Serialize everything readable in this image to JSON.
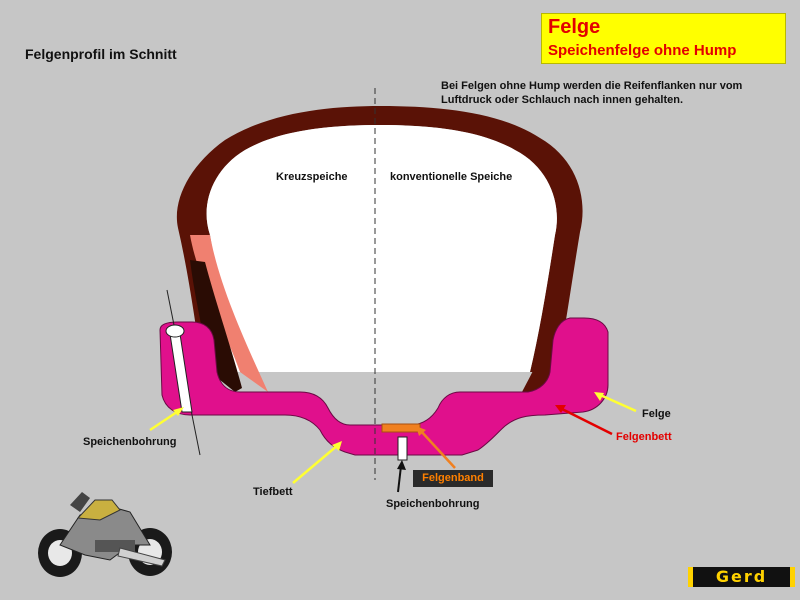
{
  "header": {
    "title": "Felgenprofil im Schnitt"
  },
  "title_box": {
    "main": "Felge",
    "sub": "Speichenfelge ohne Hump"
  },
  "note": "Bei Felgen ohne Hump werden die Reifenflanken nur vom Luftdruck oder Schlauch nach innen gehalten.",
  "labels": {
    "left_half": "Kreuzspeiche",
    "right_half": "konventionelle Speiche",
    "rim": "Felge",
    "rim_bed": "Felgenbett",
    "spoke_hole_left": "Speichenbohrung",
    "well": "Tiefbett",
    "rim_tape": "Felgenband",
    "spoke_hole_center": "Speichenbohrung"
  },
  "logo": "Gerd",
  "colors": {
    "background": "#c6c6c6",
    "rim": "#e0108c",
    "tire_dark": "#5a1206",
    "tire_shade": "#f08070",
    "title_box": "#ffff00",
    "title_text": "#e30000",
    "rim_tape": "#f08020",
    "pointer": "#ffff33"
  }
}
